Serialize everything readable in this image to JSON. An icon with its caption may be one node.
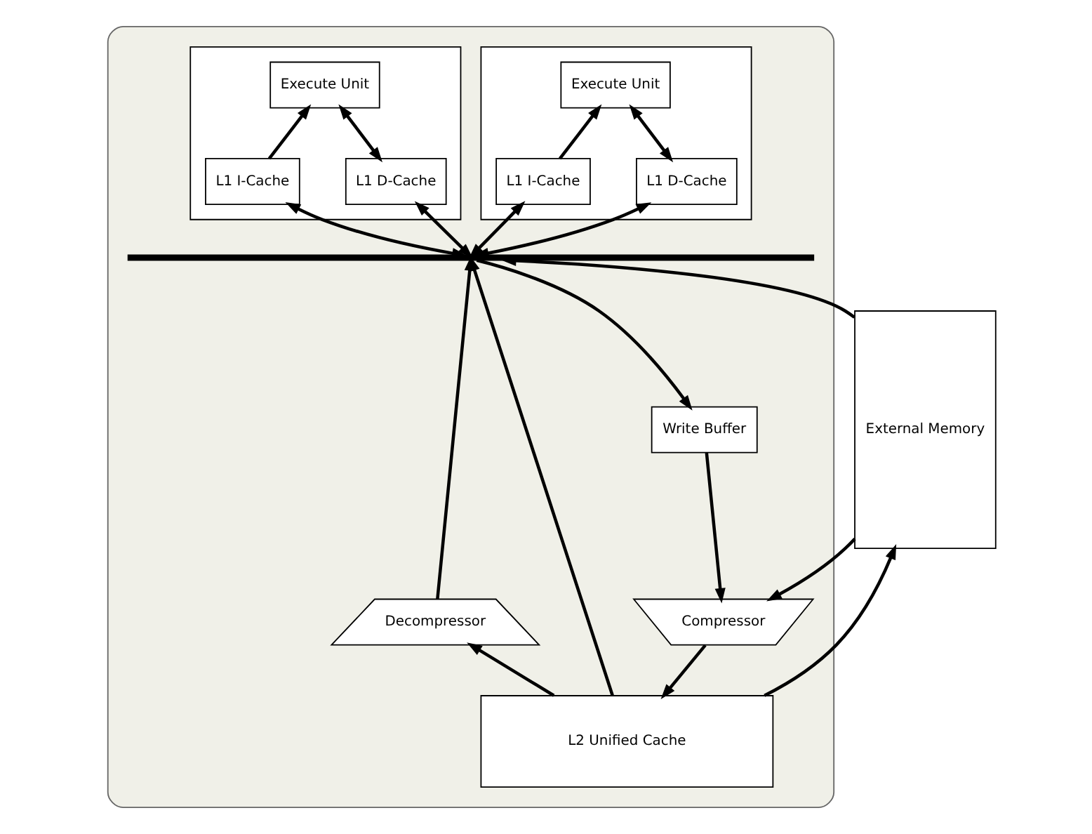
{
  "diagram": {
    "nodes": [
      {
        "text": [],
        "shape": "box"
      },
      {
        "text": [],
        "shape": "box",
        "in": 0
      },
      {
        "text": [
          "Execute Unit"
        ],
        "in": 1
      },
      {
        "text": [
          "L1 I-Cache"
        ],
        "in": 1
      },
      {
        "text": [
          "L1 D-Cache"
        ],
        "in": 1
      },
      {
        "text": [],
        "shape": "box",
        "in": 0
      },
      {
        "text": [
          "Execute Unit"
        ],
        "in": 5
      },
      {
        "text": [
          "L1 I-Cache"
        ],
        "in": 5
      },
      {
        "text": [
          "L1 D-Cache"
        ],
        "in": 5
      },
      {
        "text": [],
        "shape": "bar",
        "in": 0
      },
      {
        "text": [
          "Write Buffer"
        ],
        "in": 0
      },
      {
        "text": [
          "Decompressor"
        ],
        "in": 0
      },
      {
        "text": [
          "Compressor"
        ],
        "in": 0
      },
      {
        "text": [
          "L2 Unified Cache"
        ],
        "in": 0
      },
      {
        "text": [
          "External Memory"
        ]
      }
    ],
    "edges": [
      {
        "from": 3,
        "to": 2,
        "arrow": "to"
      },
      {
        "from": 4,
        "to": 2,
        "arrow": "both"
      },
      {
        "from": 7,
        "to": 6,
        "arrow": "to"
      },
      {
        "from": 8,
        "to": 6,
        "arrow": "both"
      },
      {
        "from": 9,
        "to": 3,
        "arrow": "both"
      },
      {
        "from": 9,
        "to": 4,
        "arrow": "both"
      },
      {
        "from": 9,
        "to": 7,
        "arrow": "both"
      },
      {
        "from": 9,
        "to": 8,
        "arrow": "both"
      },
      {
        "from": 9,
        "to": 10,
        "arrow": "to"
      },
      {
        "from": 11,
        "to": 9,
        "arrow": "to"
      },
      {
        "from": 14,
        "to": 9,
        "arrow": "to"
      },
      {
        "from": 10,
        "to": 12,
        "arrow": "to"
      },
      {
        "from": 14,
        "to": 12,
        "arrow": "to"
      },
      {
        "from": 13,
        "to": 9,
        "arrow": "to"
      },
      {
        "from": 13,
        "to": 14,
        "arrow": "to"
      },
      {
        "from": 12,
        "to": 13,
        "arrow": "to"
      },
      {
        "from": 13,
        "to": 11,
        "arrow": "to"
      }
    ]
  }
}
